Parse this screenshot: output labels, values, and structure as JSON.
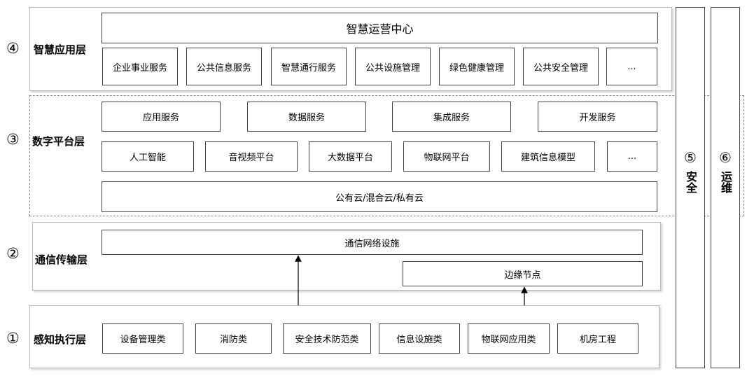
{
  "layers": {
    "application": {
      "number": "④",
      "name": "智慧应用层",
      "top_box": "智慧运营中心",
      "items": [
        "企业事业服务",
        "公共信息服务",
        "智慧通行服务",
        "公共设施管理",
        "绿色健康管理",
        "公共安全管理",
        "..."
      ]
    },
    "platform": {
      "number": "③",
      "name": "数字平台层",
      "row1": [
        "应用服务",
        "数据服务",
        "集成服务",
        "开发服务"
      ],
      "row2": [
        "人工智能",
        "音视频平台",
        "大数据平台",
        "物联网平台",
        "建筑信息模型",
        "..."
      ],
      "cloud": "公有云/混合云/私有云"
    },
    "transport": {
      "number": "②",
      "name": "通信传输层",
      "network": "通信网络设施",
      "edge": "边缘节点"
    },
    "perception": {
      "number": "①",
      "name": "感知执行层",
      "items": [
        "设备管理类",
        "消防类",
        "安全技术防范类",
        "信息设施类",
        "物联网应用类",
        "机房工程"
      ]
    }
  },
  "side": {
    "security": {
      "number": "⑤",
      "label": "安全"
    },
    "operations": {
      "number": "⑥",
      "label": "运维"
    }
  }
}
